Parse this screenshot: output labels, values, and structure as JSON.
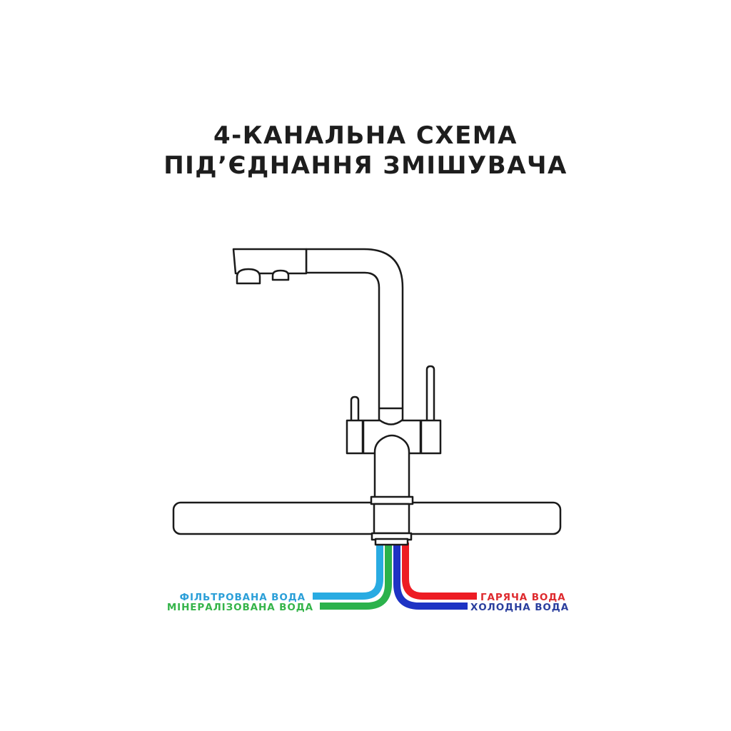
{
  "title": {
    "line1": "4-КАНАЛЬНА СХЕМА",
    "line2": "ПІД’ЄДНАННЯ ЗМІШУВАЧА"
  },
  "diagram": {
    "type": "faucet-4-channel-connection-scheme",
    "channels": [
      {
        "id": "filtered",
        "label": "ФІЛЬТРОВАНА ВОДА",
        "tube_color": "#29ABE2",
        "label_color": "#2B9FD8",
        "side": "left",
        "row": "upper"
      },
      {
        "id": "mineralized",
        "label": "МІНЕРАЛІЗОВАНА ВОДА",
        "tube_color": "#2BB24C",
        "label_color": "#35B44A",
        "side": "left",
        "row": "lower"
      },
      {
        "id": "hot",
        "label": "ГАРЯЧА ВОДА",
        "tube_color": "#ED1C24",
        "label_color": "#DE2A2E",
        "side": "right",
        "row": "upper"
      },
      {
        "id": "cold",
        "label": "ХОЛОДНА ВОДА",
        "tube_color": "#1E33C4",
        "label_color": "#2B3F9E",
        "side": "right",
        "row": "lower"
      }
    ],
    "colors": {
      "countertop": "#808080",
      "outline": "#1A1A1A",
      "background": "#FFFFFF",
      "title_text": "#1D1D1D"
    }
  }
}
